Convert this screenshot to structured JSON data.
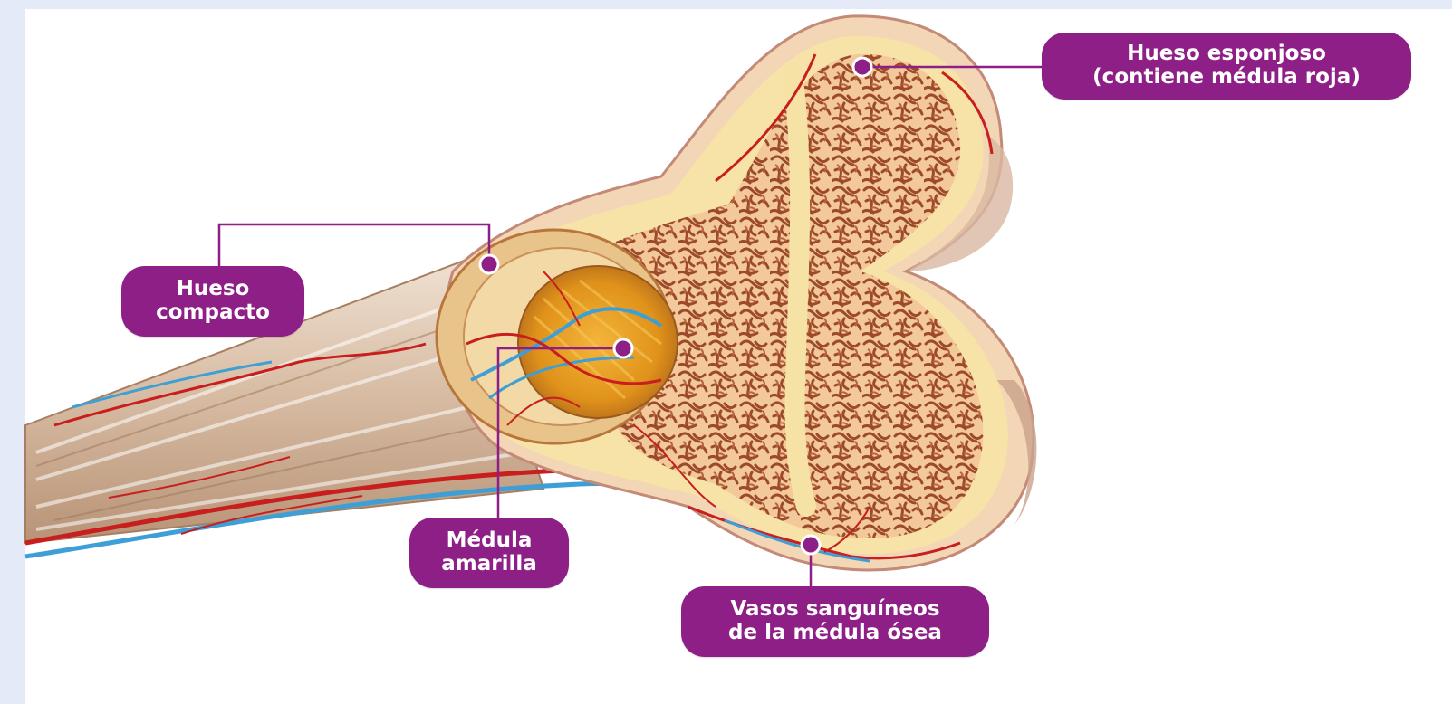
{
  "labels": {
    "hueso_esponjoso": {
      "line1": "Hueso esponjoso",
      "line2": "(contiene médula roja)"
    },
    "hueso_compacto": {
      "line1": "Hueso",
      "line2": "compacto"
    },
    "medula_amarilla": {
      "line1": "Médula",
      "line2": "amarilla"
    },
    "vasos_sanguineos": {
      "line1": "Vasos sanguíneos",
      "line2": "de la médula ósea"
    }
  },
  "colors": {
    "label_bg": "#8d1f86",
    "leader_line": "#8d1f86",
    "page_bg": "#e4eaf7",
    "cortex": "#f5d9b0",
    "spongy_bone": "#d79a69",
    "yellow_marrow": "#e29a1c",
    "artery": "#c81e1e",
    "vein": "#3e9fd6"
  }
}
